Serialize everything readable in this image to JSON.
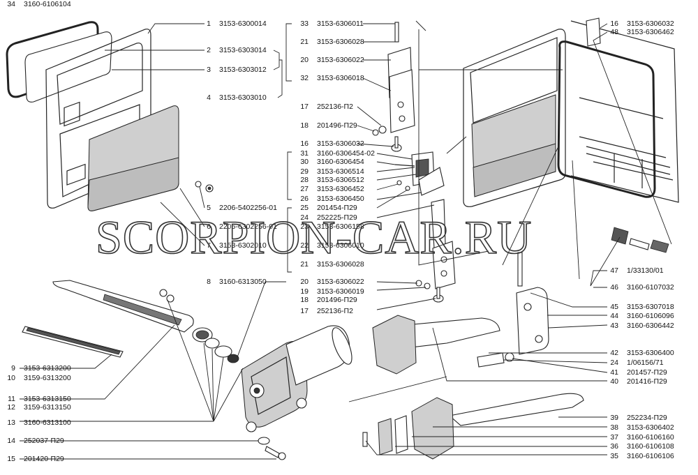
{
  "watermark": "SCORPION-CAR.RU",
  "callouts": [
    {
      "num": "1",
      "code": "3153-6300014"
    },
    {
      "num": "2",
      "code": "3153-6303014"
    },
    {
      "num": "3",
      "code": "3153-6303012"
    },
    {
      "num": "4",
      "code": "3153-6303010"
    },
    {
      "num": "5",
      "code": "2206-5402256-01"
    },
    {
      "num": "6",
      "code": "2206-6302256-01"
    },
    {
      "num": "7",
      "code": "3153-6302010"
    },
    {
      "num": "8",
      "code": "3160-6313050"
    },
    {
      "num": "9",
      "code": "3153-6313200"
    },
    {
      "num": "10",
      "code": "3159-6313200"
    },
    {
      "num": "11",
      "code": "3153-6313150"
    },
    {
      "num": "12",
      "code": "3159-6313150"
    },
    {
      "num": "13",
      "code": "3160-6313100"
    },
    {
      "num": "14",
      "code": "252037-П29"
    },
    {
      "num": "15",
      "code": "201420-П29"
    },
    {
      "num": "33",
      "code": "3153-6306011"
    },
    {
      "num": "21",
      "code": "3153-6306028"
    },
    {
      "num": "20",
      "code": "3153-6306022"
    },
    {
      "num": "32",
      "code": "3153-6306018"
    },
    {
      "num": "17",
      "code": "252136-П2"
    },
    {
      "num": "18",
      "code": "201496-П29"
    },
    {
      "num": "16",
      "code": "3153-6306032"
    },
    {
      "num": "31",
      "code": "3160-6306454-02"
    },
    {
      "num": "30",
      "code": "3160-6306454"
    },
    {
      "num": "29",
      "code": "3153-6306514"
    },
    {
      "num": "28",
      "code": "3153-6306512"
    },
    {
      "num": "27",
      "code": "3153-6306452"
    },
    {
      "num": "26",
      "code": "3153-6306450"
    },
    {
      "num": "25",
      "code": "201454-П29"
    },
    {
      "num": "24",
      "code": "252225-П29"
    },
    {
      "num": "23",
      "code": "3153-6306158"
    },
    {
      "num": "22",
      "code": "3153-6306010"
    },
    {
      "num": "21",
      "code": "3153-6306028"
    },
    {
      "num": "20",
      "code": "3153-6306022"
    },
    {
      "num": "19",
      "code": "3153-6306019"
    },
    {
      "num": "18",
      "code": "201496-П29"
    },
    {
      "num": "17",
      "code": "252136-П2"
    },
    {
      "num": "16",
      "code": "3153-6306032"
    },
    {
      "num": "48",
      "code": "3153-6306462"
    },
    {
      "num": "47",
      "code": "1/33130/01"
    },
    {
      "num": "46",
      "code": "3160-6107032"
    },
    {
      "num": "45",
      "code": "3153-6307018"
    },
    {
      "num": "44",
      "code": "3160-6106096"
    },
    {
      "num": "43",
      "code": "3160-6306442"
    },
    {
      "num": "42",
      "code": "3153-6306400"
    },
    {
      "num": "24",
      "code": "1/06156/71"
    },
    {
      "num": "41",
      "code": "201457-П29"
    },
    {
      "num": "40",
      "code": "201416-П29"
    },
    {
      "num": "39",
      "code": "252234-П29"
    },
    {
      "num": "38",
      "code": "3153-6306402"
    },
    {
      "num": "37",
      "code": "3160-6106160"
    },
    {
      "num": "36",
      "code": "3160-6106108"
    },
    {
      "num": "35",
      "code": "3160-6106106"
    },
    {
      "num": "34",
      "code": "3160-6106104"
    }
  ]
}
